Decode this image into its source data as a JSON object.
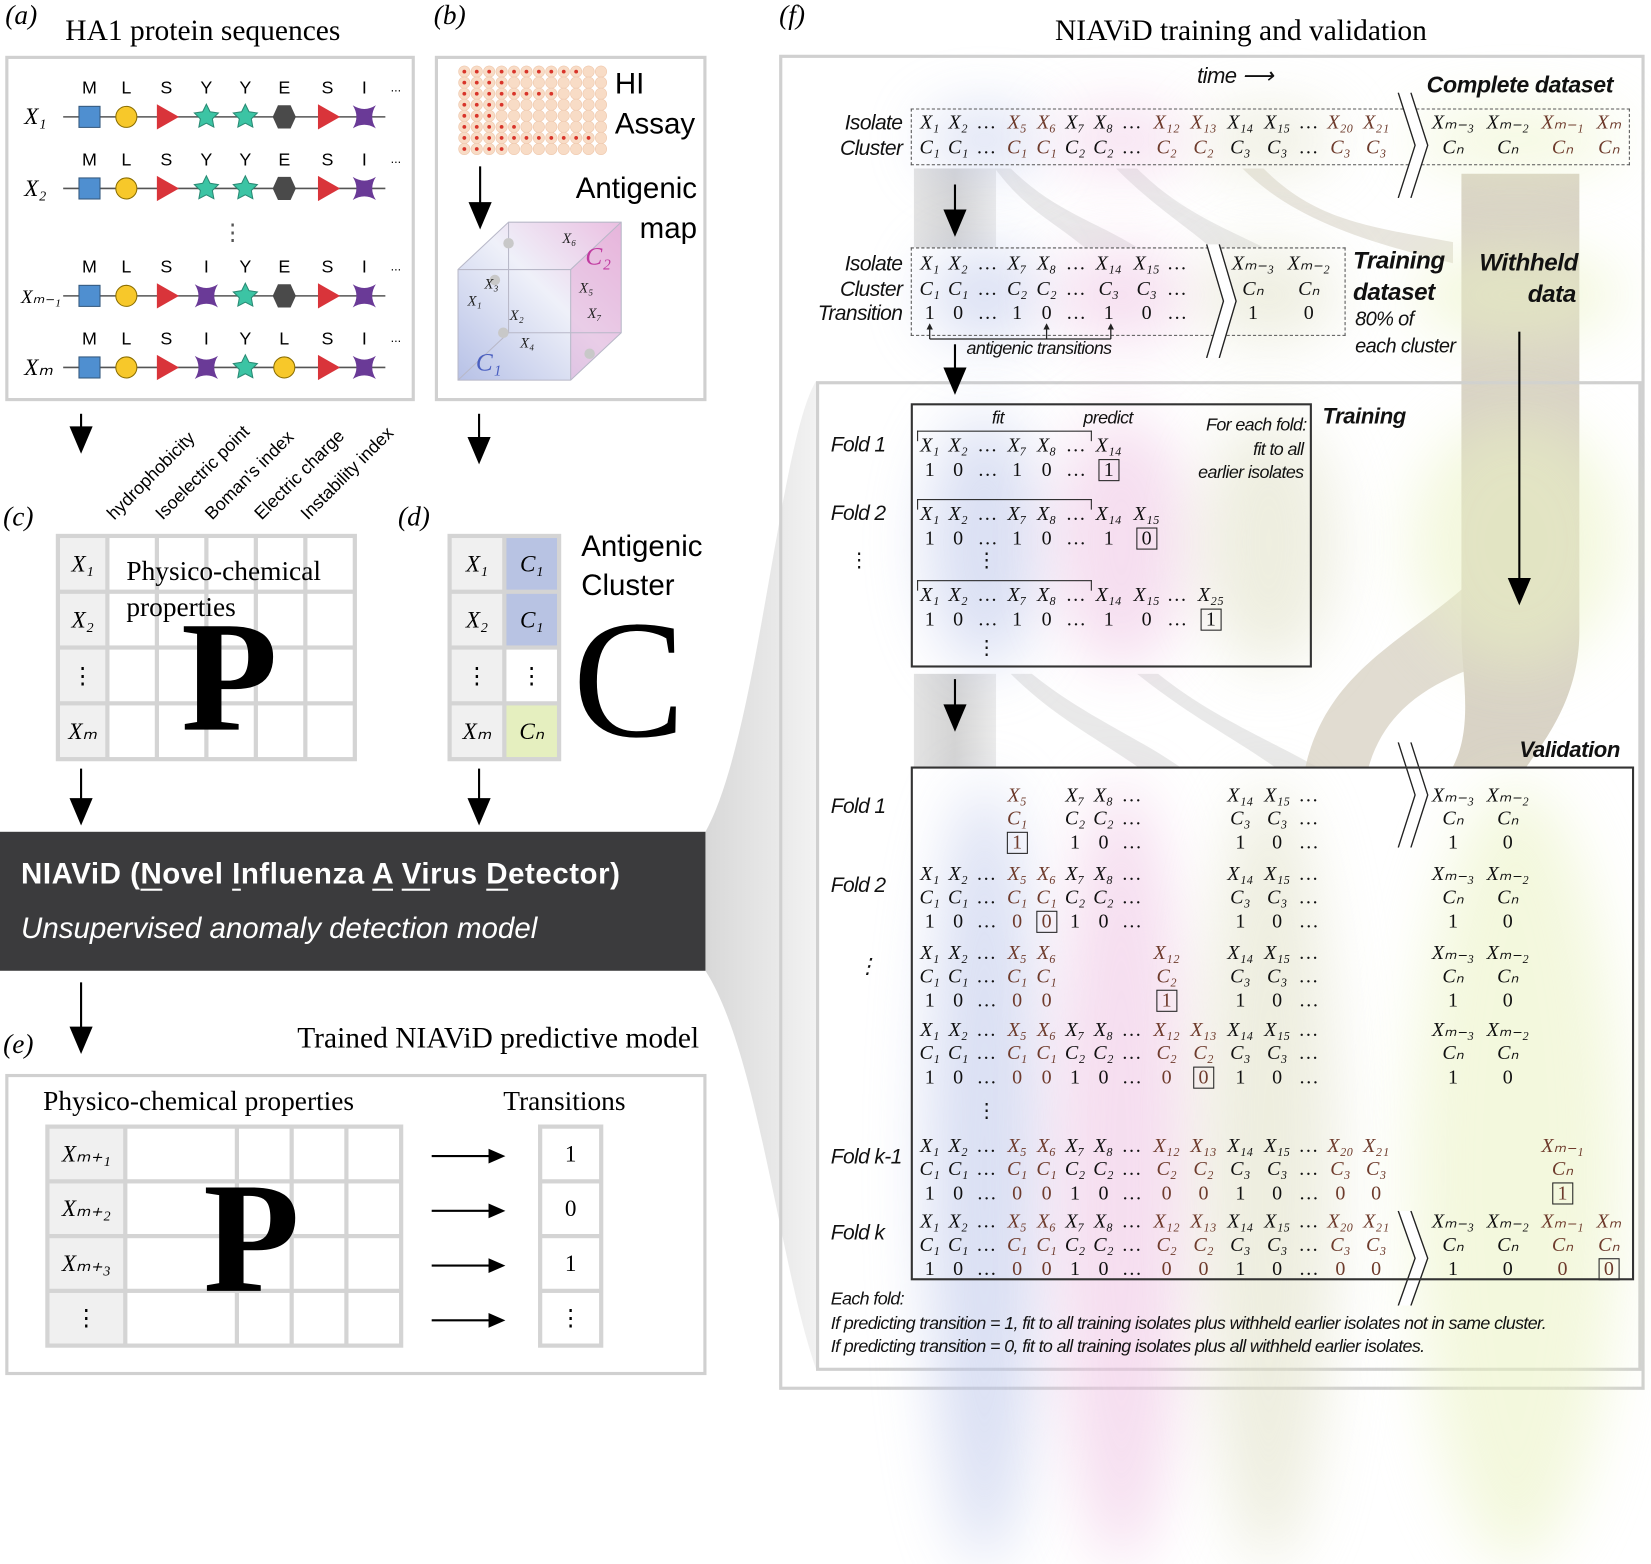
{
  "panel_a": {
    "label": "(a)",
    "title": "HA1 protein sequences",
    "rows": [
      {
        "name": "X₁",
        "seq": [
          "M",
          "L",
          "S",
          "Y",
          "Y",
          "E",
          "S",
          "I"
        ]
      },
      {
        "name": "X₂",
        "seq": [
          "M",
          "L",
          "S",
          "Y",
          "Y",
          "E",
          "S",
          "I"
        ]
      },
      {
        "name": "Xₘ₋₁",
        "seq": [
          "M",
          "L",
          "S",
          "I",
          "Y",
          "E",
          "S",
          "I"
        ]
      },
      {
        "name": "Xₘ",
        "seq": [
          "M",
          "L",
          "S",
          "I",
          "Y",
          "L",
          "S",
          "I"
        ]
      }
    ],
    "continuation": "...",
    "vdots": "⋮",
    "residue_colors": {
      "M": "#4f8fd0",
      "L": "#f7c82a",
      "S": "#d9343a",
      "Y": "#3cc4a4",
      "E": "#4a4a4a",
      "I": "#6a3a97"
    }
  },
  "panel_b": {
    "label": "(b)",
    "assay_label_1": "HI",
    "assay_label_2": "Assay",
    "map_label_1": "Antigenic",
    "map_label_2": "map",
    "assay_red_counts": [
      10,
      4,
      8,
      4,
      3,
      5,
      11,
      4
    ],
    "cube_labels": {
      "c1": "C₁",
      "c2": "C₂",
      "x1": "X₁",
      "x2": "X₂",
      "x3": "X₃",
      "x4": "X₄",
      "x5": "X₅",
      "x6": "X₆",
      "x7": "X₇"
    }
  },
  "properties": [
    "hydrophobicity",
    "Isoelectric point",
    "Boman's index",
    "Electric charge",
    "Instability index"
  ],
  "panel_c": {
    "label": "(c)",
    "rows": [
      "X₁",
      "X₂",
      "⋮",
      "Xₘ"
    ],
    "caption": "Physico-chemical properties",
    "matrix_letter": "P"
  },
  "panel_d": {
    "label": "(d)",
    "rows": [
      "X₁",
      "X₂",
      "⋮",
      "Xₘ"
    ],
    "clusters": [
      "C₁",
      "C₁",
      "⋮",
      "Cₙ"
    ],
    "caption_1": "Antigenic",
    "caption_2": "Cluster",
    "matrix_letter": "C",
    "colors": {
      "c1": "#b8c3e3",
      "cn": "#e5efbf"
    }
  },
  "model_box": {
    "title_parts": [
      "NIAViD (",
      "N",
      "ovel ",
      "I",
      "nfluenza ",
      "A",
      " ",
      "Vi",
      "rus ",
      "D",
      "etector)"
    ],
    "subtitle": "Unsupervised anomaly detection model",
    "background": "#3b3b3d"
  },
  "panel_e": {
    "label": "(e)",
    "title": "Trained NIAViD predictive model",
    "properties_header": "Physico-chemical properties",
    "transitions_header": "Transitions",
    "rows": [
      "Xₘ₊₁",
      "Xₘ₊₂",
      "Xₘ₊₃",
      "⋮"
    ],
    "transitions": [
      "1",
      "0",
      "1",
      "⋮"
    ],
    "matrix_letter": "P"
  },
  "panel_f": {
    "label": "(f)",
    "title": "NIAViD training and validation",
    "time_label": "time ⟶",
    "complete_label": "Complete dataset",
    "row_labels": {
      "isolate": "Isolate",
      "cluster": "Cluster",
      "transition": "Transition"
    },
    "columns": {
      "iso": [
        "X₁",
        "X₂",
        "…",
        "X₅",
        "X₆",
        "X₇",
        "X₈",
        "…",
        "X₁₂",
        "X₁₃",
        "X₁₄",
        "X₁₅",
        "…",
        "X₂₀",
        "X₂₁",
        "Xₘ₋₃",
        "Xₘ₋₂",
        "Xₘ₋₁",
        "Xₘ"
      ],
      "clu": [
        "C₁",
        "C₁",
        "…",
        "C₁",
        "C₁",
        "C₂",
        "C₂",
        "…",
        "C₂",
        "C₂",
        "C₃",
        "C₃",
        "…",
        "C₃",
        "C₃",
        "Cₙ",
        "Cₙ",
        "Cₙ",
        "Cₙ"
      ],
      "withheld": [
        3,
        4,
        8,
        9,
        13,
        14,
        17,
        18
      ]
    },
    "training_dataset": {
      "label_1": "Training",
      "label_2": "dataset",
      "note_1": "80% of",
      "note_2": "each cluster",
      "iso": [
        "X₁",
        "X₂",
        "…",
        "X₇",
        "X₈",
        "…",
        "X₁₄",
        "X₁₅",
        "…",
        "Xₘ₋₃",
        "Xₘ₋₂"
      ],
      "clu": [
        "C₁",
        "C₁",
        "…",
        "C₂",
        "C₂",
        "…",
        "C₃",
        "C₃",
        "…",
        "Cₙ",
        "Cₙ"
      ],
      "tr": [
        "1",
        "0",
        "…",
        "1",
        "0",
        "…",
        "1",
        "0",
        "…",
        "1",
        "0"
      ],
      "transitions_note": "antigenic transitions"
    },
    "withheld_label_1": "Withheld",
    "withheld_label_2": "data",
    "training": {
      "label": "Training",
      "fit": "fit",
      "predict": "predict",
      "note_1": "For each fold:",
      "note_2": "fit to all",
      "note_3": "earlier isolates",
      "iso": [
        "X₁",
        "X₂",
        "…",
        "X₇",
        "X₈",
        "…",
        "X₁₄",
        "X₁₅",
        "…",
        "X₂₅"
      ],
      "folds": [
        {
          "label": "Fold 1",
          "tr": [
            "1",
            "0",
            "…",
            "1",
            "0",
            "…",
            "1",
            "",
            "",
            ""
          ],
          "n": 7,
          "boxed": 6
        },
        {
          "label": "Fold 2",
          "tr": [
            "1",
            "0",
            "…",
            "1",
            "0",
            "…",
            "1",
            "0",
            "",
            ""
          ],
          "n": 8,
          "boxed": 7
        },
        {
          "label": "",
          "tr": [
            "1",
            "0",
            "…",
            "1",
            "0",
            "…",
            "1",
            "0",
            "…",
            "1"
          ],
          "n": 10,
          "boxed": 9
        }
      ],
      "vdots": "⋮"
    },
    "validation": {
      "label": "Validation",
      "folds": [
        {
          "label": "Fold 1",
          "tr": [
            "",
            "",
            "",
            "1",
            "",
            "1",
            "0",
            "…",
            "",
            "",
            "1",
            "0",
            "…",
            "",
            "",
            "1",
            "0",
            "",
            ""
          ],
          "boxed": 3
        },
        {
          "label": "Fold 2",
          "tr": [
            "1",
            "0",
            "…",
            "0",
            "0",
            "1",
            "0",
            "…",
            "",
            "",
            "1",
            "0",
            "…",
            "",
            "",
            "1",
            "0",
            "",
            ""
          ],
          "boxed": 4
        },
        {
          "label": "⋮",
          "tr": [
            "1",
            "0",
            "…",
            "0",
            "0",
            "",
            "",
            "",
            "1",
            "",
            "1",
            "0",
            "…",
            "",
            "",
            "1",
            "0",
            "",
            ""
          ],
          "boxed": 8
        },
        {
          "label": "",
          "tr": [
            "1",
            "0",
            "…",
            "0",
            "0",
            "1",
            "0",
            "…",
            "0",
            "0",
            "1",
            "0",
            "…",
            "",
            "",
            "1",
            "0",
            "",
            ""
          ],
          "boxed": 9
        },
        {
          "label": "Fold k-1",
          "tr": [
            "1",
            "0",
            "…",
            "0",
            "0",
            "1",
            "0",
            "…",
            "0",
            "0",
            "1",
            "0",
            "…",
            "0",
            "0",
            "",
            "",
            "1",
            ""
          ],
          "boxed": 17
        },
        {
          "label": "Fold k",
          "tr": [
            "1",
            "0",
            "…",
            "0",
            "0",
            "1",
            "0",
            "…",
            "0",
            "0",
            "1",
            "0",
            "…",
            "0",
            "0",
            "1",
            "0",
            "0",
            "0"
          ],
          "boxed": 18
        }
      ],
      "vdots": "⋮",
      "each_fold": "Each fold:",
      "rule_1": "If predicting transition = 1, fit to all training isolates plus withheld earlier isolates not in same cluster.",
      "rule_2": "If predicting transition = 0, fit to all training isolates plus all withheld earlier isolates."
    }
  }
}
